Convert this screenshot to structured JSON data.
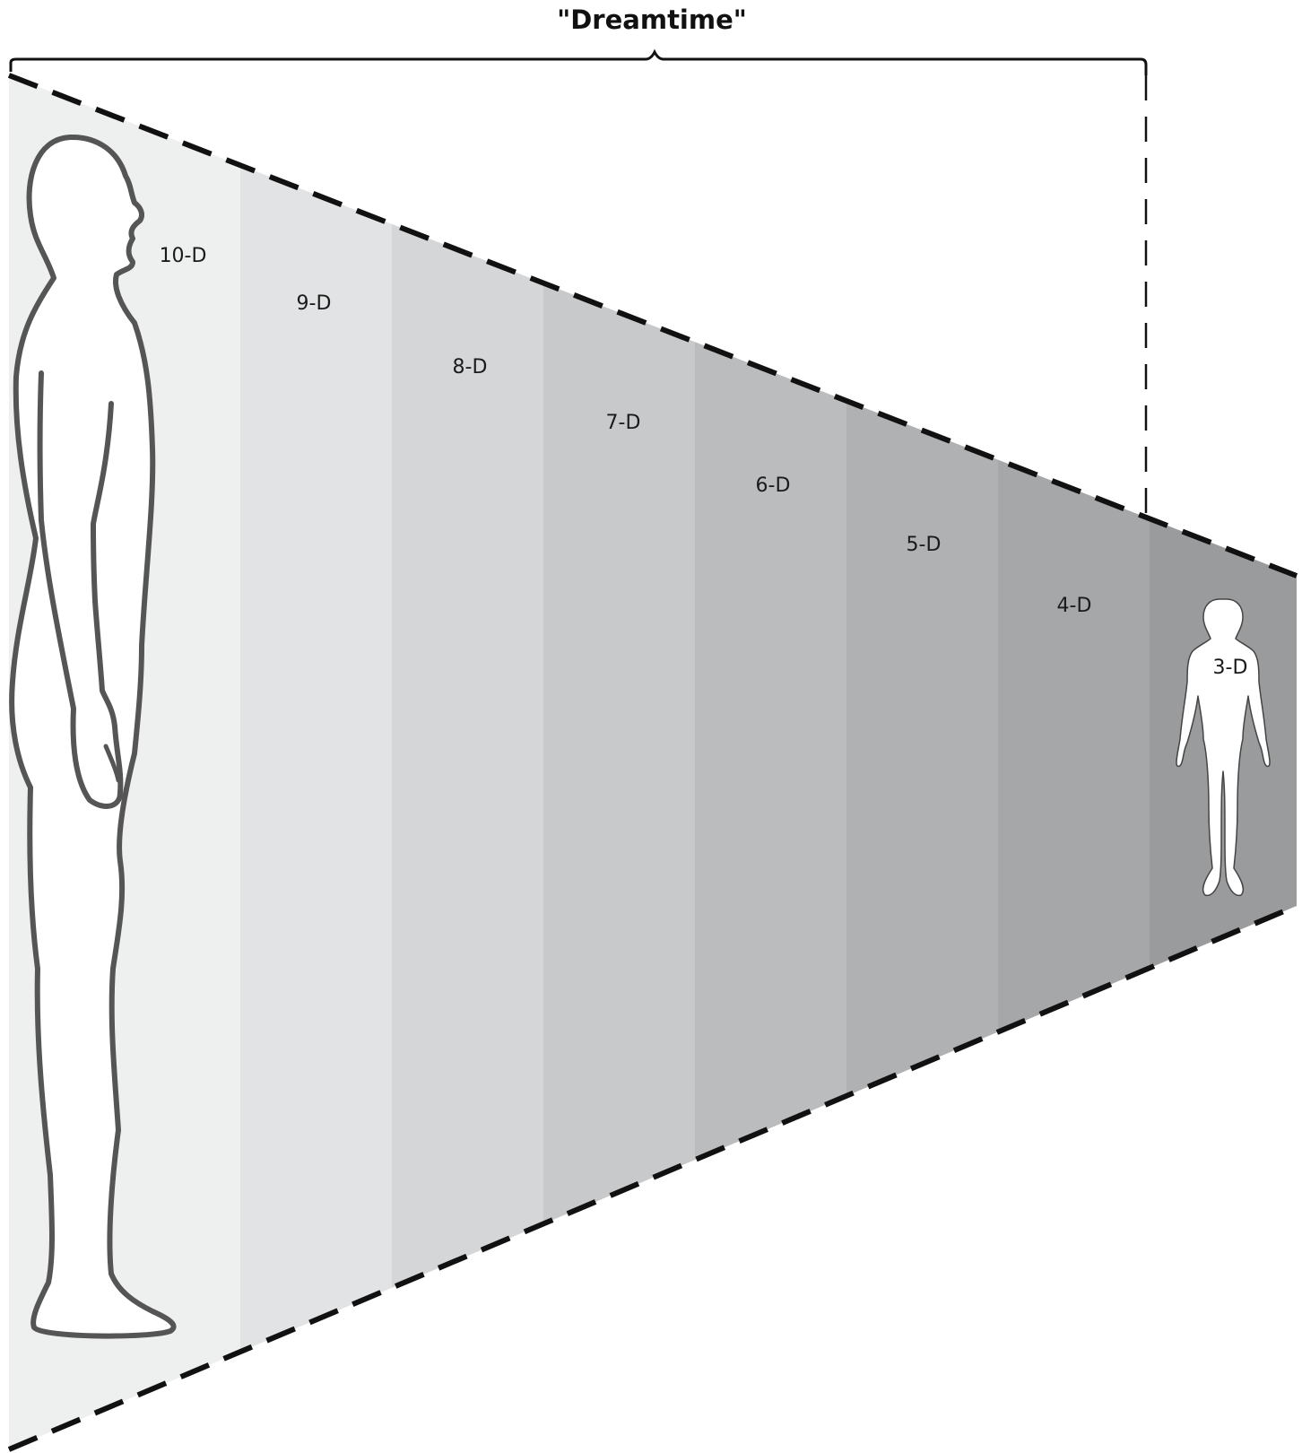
{
  "title": "\"Dreamtime\"",
  "bands": [
    {
      "label": "10-D",
      "color": "#eeefef"
    },
    {
      "label": "9-D",
      "color": "#e2e3e4"
    },
    {
      "label": "8-D",
      "color": "#d5d6d8"
    },
    {
      "label": "7-D",
      "color": "#c8c9cb"
    },
    {
      "label": "6-D",
      "color": "#bbbcbe"
    },
    {
      "label": "5-D",
      "color": "#b0b1b3"
    },
    {
      "label": "4-D",
      "color": "#a6a7a9"
    },
    {
      "label": "3-D",
      "color": "#9a9b9d"
    }
  ],
  "figures": {
    "large": "standing-person-profile-icon",
    "small": "standing-person-front-icon"
  }
}
